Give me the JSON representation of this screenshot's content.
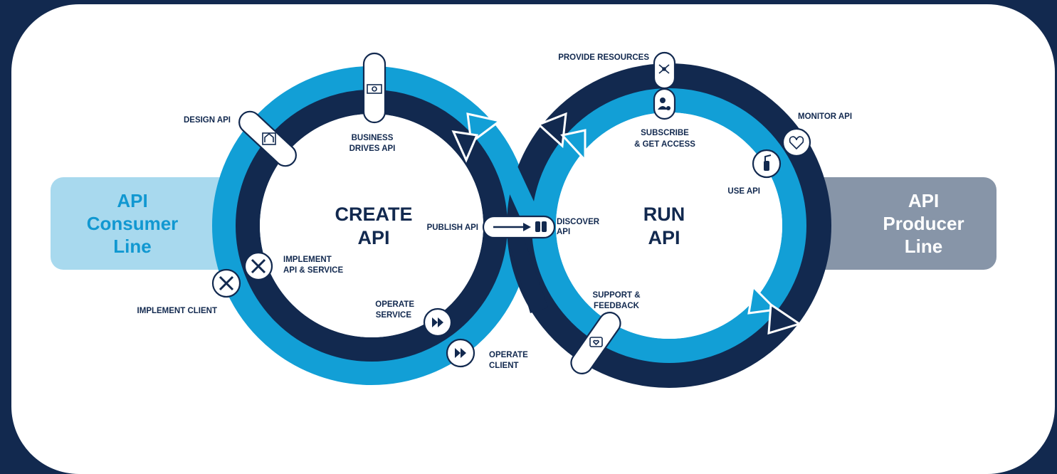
{
  "consumer_box": {
    "lines": [
      "API",
      "Consumer",
      "Line"
    ]
  },
  "producer_box": {
    "lines": [
      "API",
      "Producer",
      "Line"
    ]
  },
  "create_cycle": {
    "title_lines": [
      "CREATE",
      "API"
    ]
  },
  "run_cycle": {
    "title_lines": [
      "RUN",
      "API"
    ]
  },
  "steps": {
    "design_api": "DESIGN API",
    "business_drives_api": [
      "BUSINESS",
      "DRIVES API"
    ],
    "publish_api": "PUBLISH API",
    "implement_api_service": [
      "IMPLEMENT",
      "API & SERVICE"
    ],
    "implement_client": "IMPLEMENT CLIENT",
    "operate_service": [
      "OPERATE",
      "SERVICE"
    ],
    "operate_client": [
      "OPERATE",
      "CLIENT"
    ],
    "provide_resources": "PROVIDE RESOURCES",
    "subscribe_get_access": [
      "SUBSCRIBE",
      "& GET ACCESS"
    ],
    "monitor_api": "MONITOR API",
    "use_api": "USE API",
    "discover_api": [
      "DISCOVER",
      "API"
    ],
    "support_feedback": [
      "SUPPORT &",
      "FEEDBACK"
    ]
  },
  "colors": {
    "navy": "#12294f",
    "light_blue": "#129fd6",
    "consumer_bg": "#a8d9ee",
    "consumer_text": "#1198d1",
    "producer_bg": "#8795a8",
    "white": "#ffffff"
  },
  "icons": {
    "design_api": "blueprint-house-icon",
    "business_drives_api": "money-icon",
    "implement_api_service": "tools-icon",
    "implement_client": "tools-icon",
    "operate_service": "fast-forward-icon",
    "operate_client": "fast-forward-icon",
    "publish_api": "arrow-right-icon",
    "discover_api": "binoculars-icon",
    "provide_resources": "network-icon",
    "subscribe_get_access": "user-add-icon",
    "monitor_api": "heart-pulse-icon",
    "use_api": "fire-extinguisher-icon",
    "support_feedback": "heart-message-icon"
  }
}
